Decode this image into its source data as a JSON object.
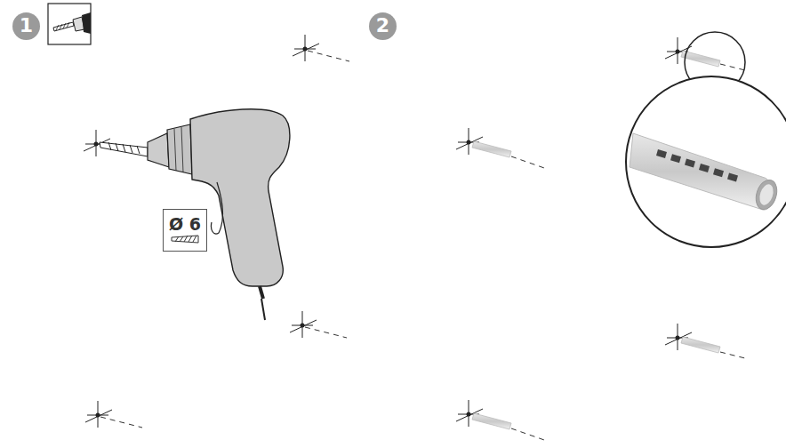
{
  "diagram": {
    "nodes": [
      {
        "text": [
          "1"
        ]
      },
      {
        "text": [
          "2"
        ]
      },
      {
        "text": [
          "Ø 6"
        ]
      }
    ]
  }
}
